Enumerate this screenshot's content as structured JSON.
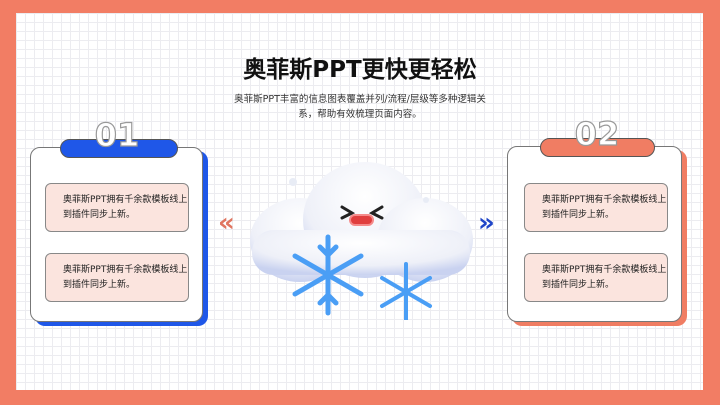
{
  "header": {
    "title": "奥菲斯PPT更快更轻松",
    "subtitle": "奥菲斯PPT丰富的信息图表覆盖并列/流程/层级等多种逻辑关系，帮助有效梳理页面内容。"
  },
  "cards": [
    {
      "number": "01",
      "accent": "#1f57e8",
      "items": [
        "奥菲斯PPT拥有千余款模板线上到插件同步上新。",
        "奥菲斯PPT拥有千余款模板线上到插件同步上新。"
      ]
    },
    {
      "number": "02",
      "accent": "#f07d63",
      "items": [
        "奥菲斯PPT拥有千余款模板线上到插件同步上新。",
        "奥菲斯PPT拥有千余款模板线上到插件同步上新。"
      ]
    }
  ],
  "arrows": {
    "left": "«",
    "right": "»"
  },
  "colors": {
    "frame": "#f27d64",
    "box": "#fbe4de"
  }
}
